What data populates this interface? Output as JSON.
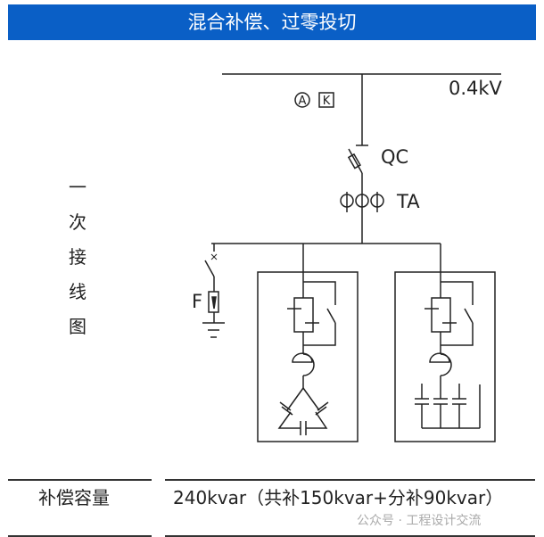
{
  "title": "混合补偿、过零投切",
  "side_label": [
    "一",
    "次",
    "接",
    "线",
    "图"
  ],
  "diagram": {
    "voltage": "0.4kV",
    "meter_a": "A",
    "meter_k": "K",
    "breaker": "QC",
    "ct": "TA",
    "arrester": "F"
  },
  "table": {
    "label": "补偿容量",
    "value": "240kvar（共补150kvar+分补90kvar）"
  },
  "watermark": "公众号 · 工程设计交流"
}
